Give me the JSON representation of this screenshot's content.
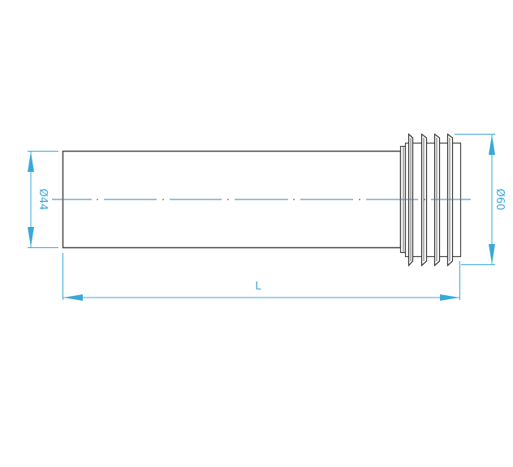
{
  "drawing": {
    "type": "technical-drawing",
    "subject": "pipe with ribbed seal end",
    "colors": {
      "outline": "#333333",
      "dimension": "#3aa8d8",
      "centerline": "#3a7fa0",
      "background": "#ffffff"
    },
    "dimensions": {
      "left_diameter": "Ø44",
      "right_diameter": "Ø60",
      "length": "L"
    }
  }
}
